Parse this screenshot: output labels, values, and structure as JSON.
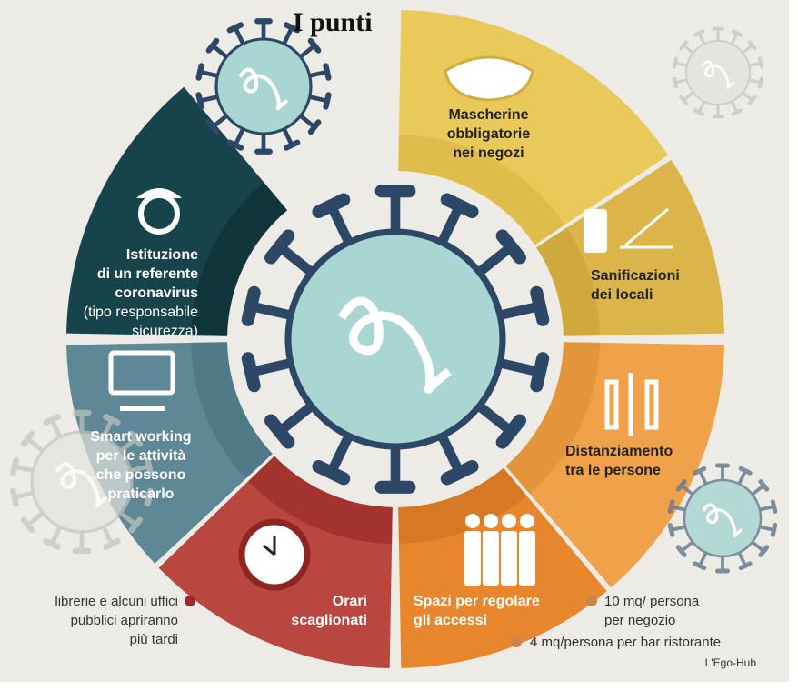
{
  "title": "I punti",
  "segments": [
    {
      "id": "mascherine",
      "lines": [
        "Mascherine",
        "obbligatorie",
        "nei negozi"
      ],
      "color": "#e8c95a",
      "icon": "face-mask-icon"
    },
    {
      "id": "sanificazioni",
      "lines": [
        "Sanificazioni",
        "dei locali"
      ],
      "color": "#dbb54a",
      "icon": "spray-bottle-icon"
    },
    {
      "id": "distanziamento",
      "lines": [
        "Distanziamento",
        "tra le persone"
      ],
      "color": "#efa24a",
      "icon": "people-distance-icon"
    },
    {
      "id": "spazi",
      "lines": [
        "Spazi per regolare",
        "gli accessi"
      ],
      "color": "#e8862d",
      "icon": "people-group-icon"
    },
    {
      "id": "orari",
      "lines": [
        "Orari",
        "scaglionati"
      ],
      "color": "#b9463f",
      "icon": "clock-icon"
    },
    {
      "id": "smart",
      "lines": [
        "Smart working",
        "per le attività",
        "che possono",
        "praticarlo"
      ],
      "color": "#5e8895",
      "icon": "computer-icon"
    },
    {
      "id": "istituzione",
      "lines": [
        "Istituzione",
        "di un referente",
        "coronavirus"
      ],
      "sub": [
        "(tipo responsabile",
        "sicurezza)"
      ],
      "color": "#17434a",
      "icon": "police-officer-icon"
    }
  ],
  "notes": {
    "orari": [
      "librerie e alcuni uffici",
      "pubblici apriranno",
      "più tardi"
    ],
    "spazi_1": [
      "10 mq/ persona",
      "per negozio"
    ],
    "spazi_2": "4 mq/persona per bar ristorante"
  },
  "credit": "L'Ego-Hub",
  "colors": {
    "background": "#ecebe6",
    "virus_body": "#a9d6d2",
    "virus_spike": "#2d4766"
  }
}
